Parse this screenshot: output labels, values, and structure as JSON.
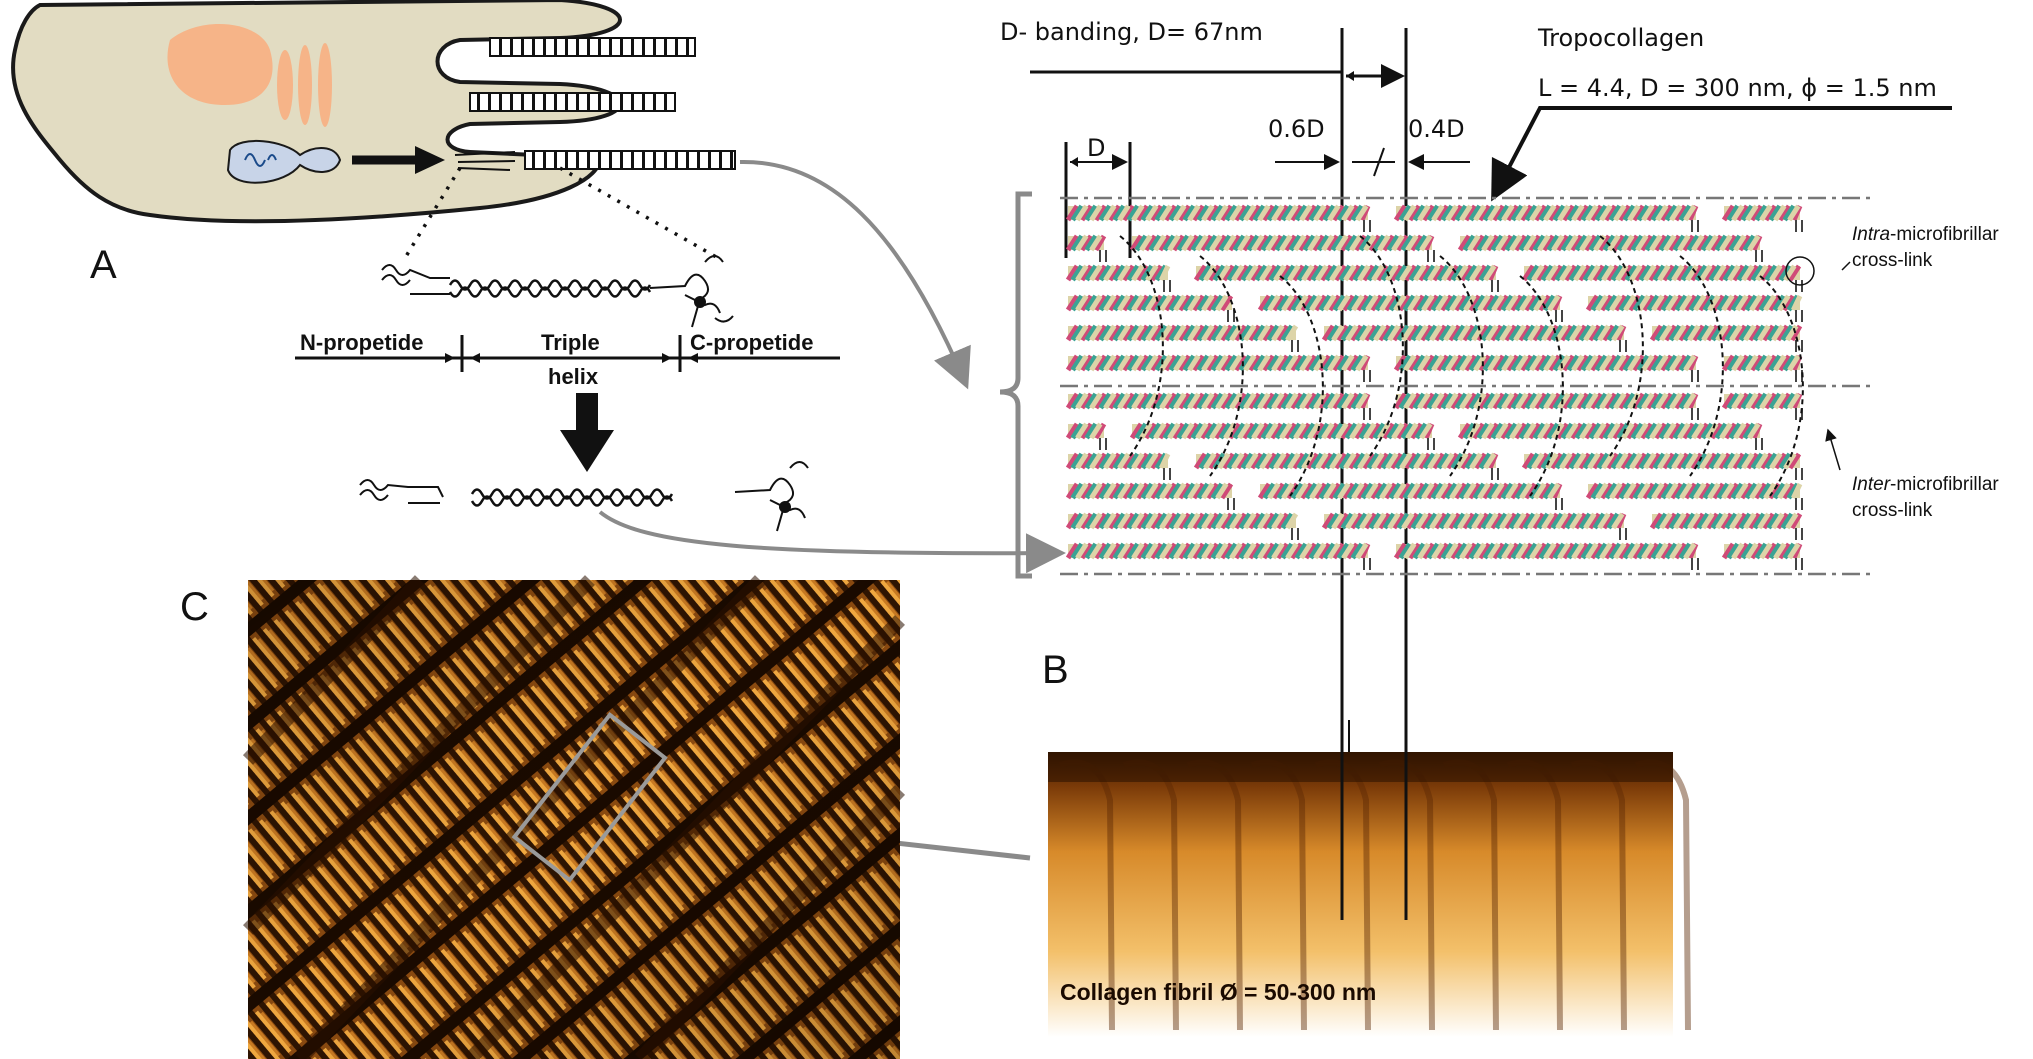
{
  "panels": {
    "a": "A",
    "b": "B",
    "c": "C"
  },
  "panel_a": {
    "n_propeptide": "N-propetide",
    "triple": "Triple",
    "helix": "helix",
    "c_propeptide": "C-propetide"
  },
  "panel_b": {
    "d_banding": "D- banding, D= 67nm",
    "tropocollagen_title": "Tropocollagen",
    "tropocollagen_dims": "L = 4.4, D = 300 nm, ϕ = 1.5 nm",
    "gap": "0.6D",
    "overlap": "0.4D",
    "d_mark": "D",
    "intra_italic": "Intra",
    "intra_rest": "-microfibrillar",
    "intra_line2": "cross-link",
    "inter_italic": "Inter",
    "inter_rest": "-microfibrillar",
    "inter_line2": "cross-link",
    "fibril_label": "Collagen fibril  Ø = 50-300 nm"
  },
  "colors": {
    "cell_fill": "#e2dcc2",
    "nucleus": "#f6b488",
    "helix_pink": "#d04a78",
    "helix_teal": "#3aa394",
    "helix_cream": "#ddd4a8",
    "arrow_gray": "#8a8a8a",
    "afm_dark": "#3a1a02",
    "afm_light": "#f3b04a"
  }
}
